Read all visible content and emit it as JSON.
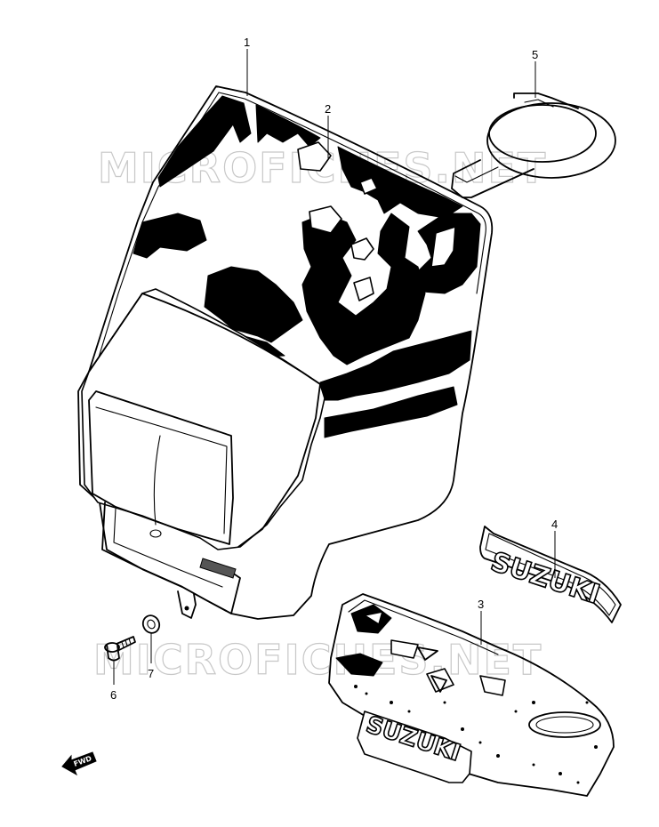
{
  "watermarks": [
    "MICROFICHES.NET",
    "MICROFICHES.NET"
  ],
  "callouts": [
    {
      "id": "1",
      "label": "1"
    },
    {
      "id": "2",
      "label": "2"
    },
    {
      "id": "3",
      "label": "3"
    },
    {
      "id": "4",
      "label": "4"
    },
    {
      "id": "5",
      "label": "5"
    },
    {
      "id": "6",
      "label": "6"
    },
    {
      "id": "7",
      "label": "7"
    }
  ],
  "emblem_text": "SUZUKI",
  "cover_text": "SUZUKI",
  "fwd_text": "FWD",
  "colors": {
    "line": "#000000",
    "paper": "#ffffff",
    "watermark": "#c8c8c8"
  },
  "icons": {
    "direction": "fwd-arrow-icon"
  }
}
